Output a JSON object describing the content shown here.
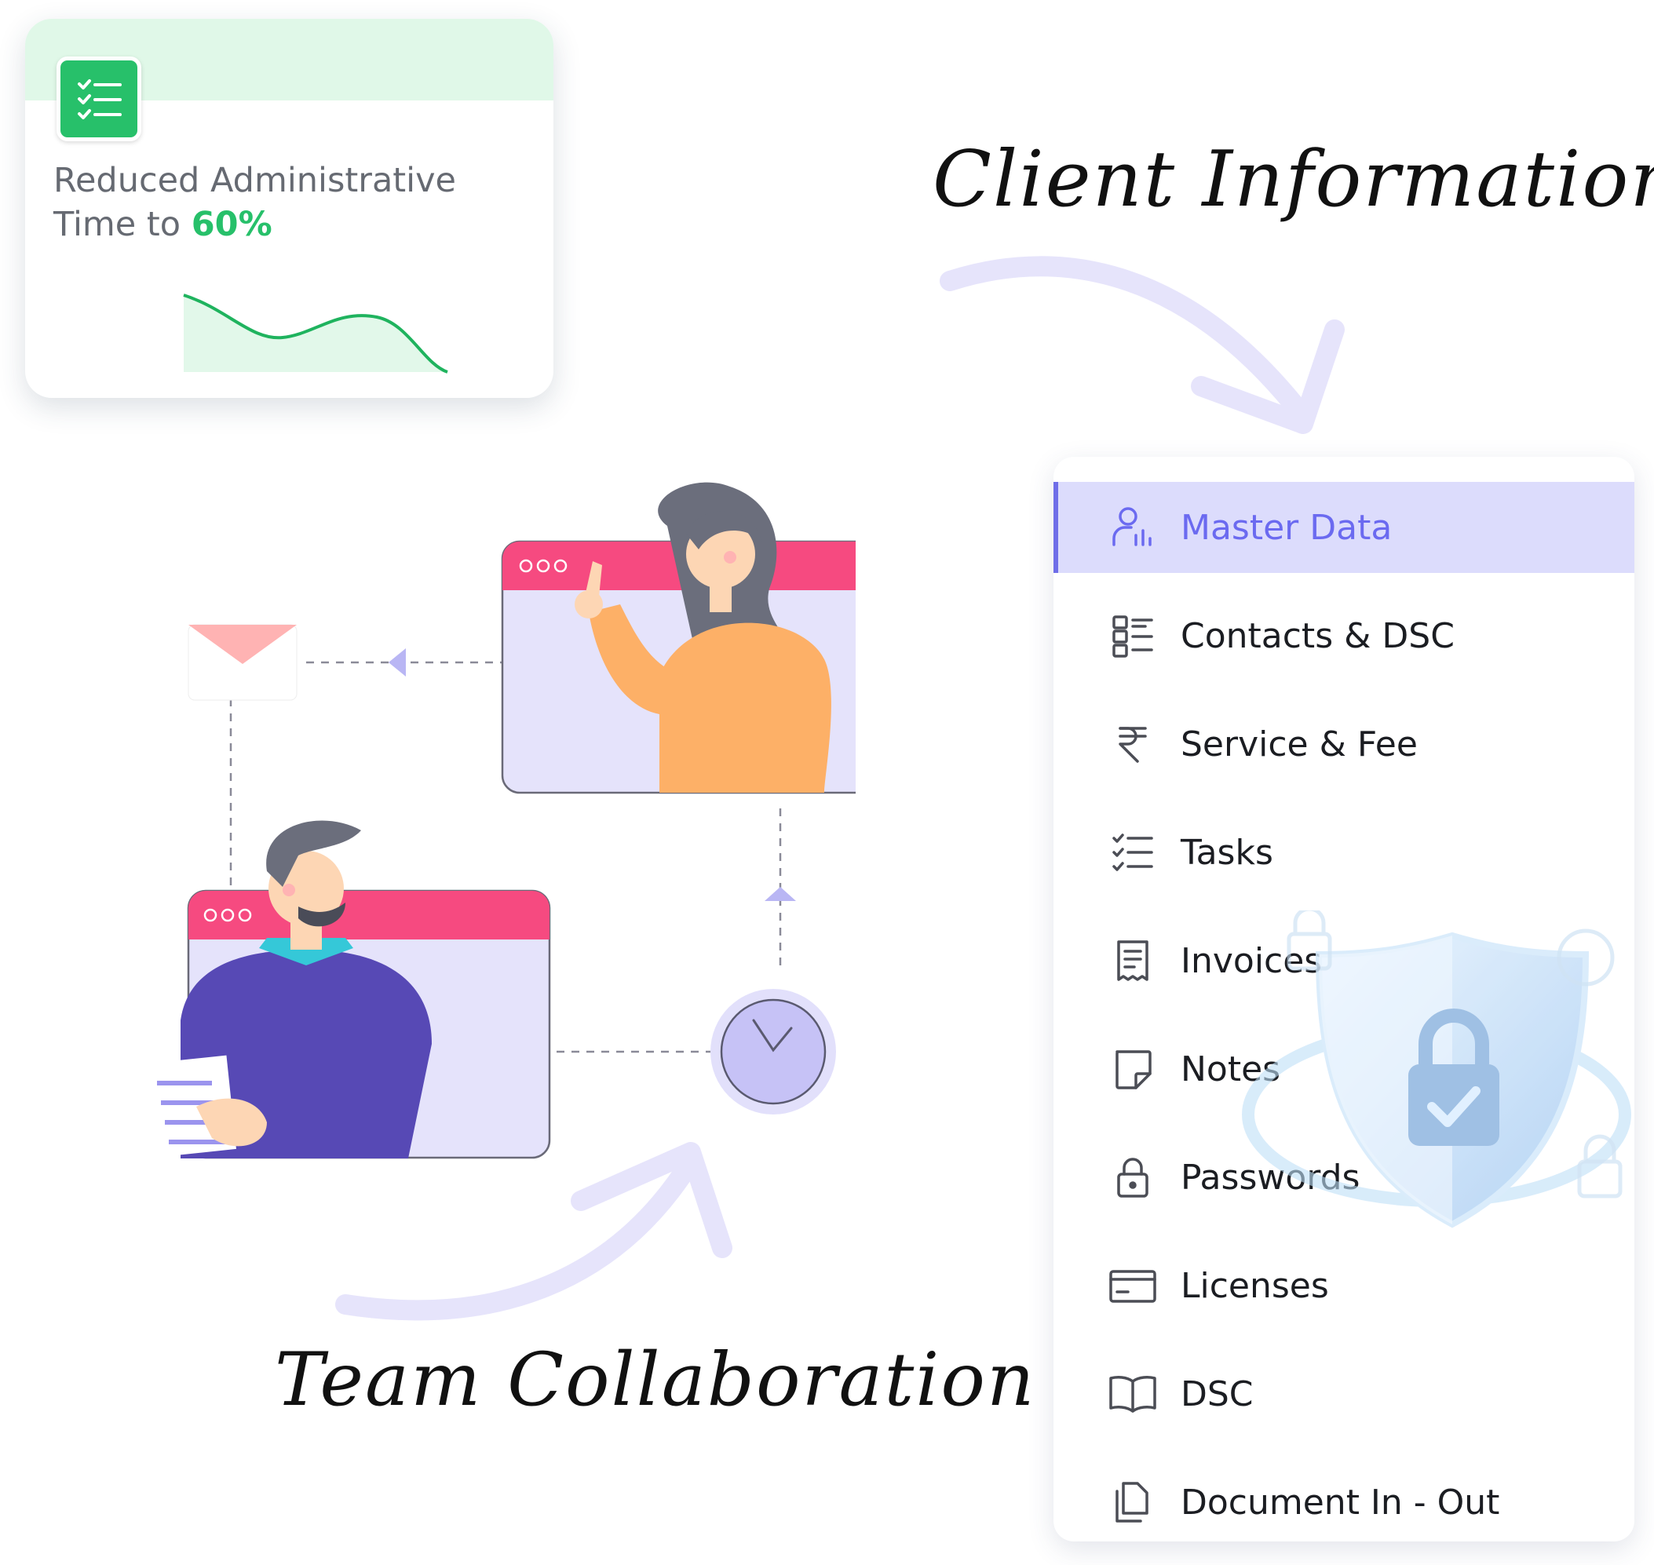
{
  "stat_card": {
    "line1": "Reduced Administrative",
    "line2_prefix": "Time to",
    "percent": "60%",
    "icon": "checklist-icon"
  },
  "labels": {
    "client_information": "Client Information",
    "team_collaboration": "Team Collaboration"
  },
  "menu": {
    "items": [
      {
        "label": "Master Data",
        "icon": "user-chart-icon",
        "active": true
      },
      {
        "label": "Contacts & DSC",
        "icon": "contacts-list-icon",
        "active": false
      },
      {
        "label": "Service & Fee",
        "icon": "rupee-icon",
        "active": false
      },
      {
        "label": "Tasks",
        "icon": "task-checklist-icon",
        "active": false
      },
      {
        "label": "Invoices",
        "icon": "receipt-icon",
        "active": false
      },
      {
        "label": "Notes",
        "icon": "note-icon",
        "active": false
      },
      {
        "label": "Passwords",
        "icon": "lock-icon",
        "active": false
      },
      {
        "label": "Licenses",
        "icon": "card-icon",
        "active": false
      },
      {
        "label": "DSC",
        "icon": "book-icon",
        "active": false
      },
      {
        "label": "Document In - Out",
        "icon": "documents-icon",
        "active": false
      }
    ]
  },
  "colors": {
    "accent_green": "#27c06a",
    "accent_purple": "#6b6af0",
    "active_bg": "#dcdcfc",
    "window_header": "#f64a80"
  }
}
